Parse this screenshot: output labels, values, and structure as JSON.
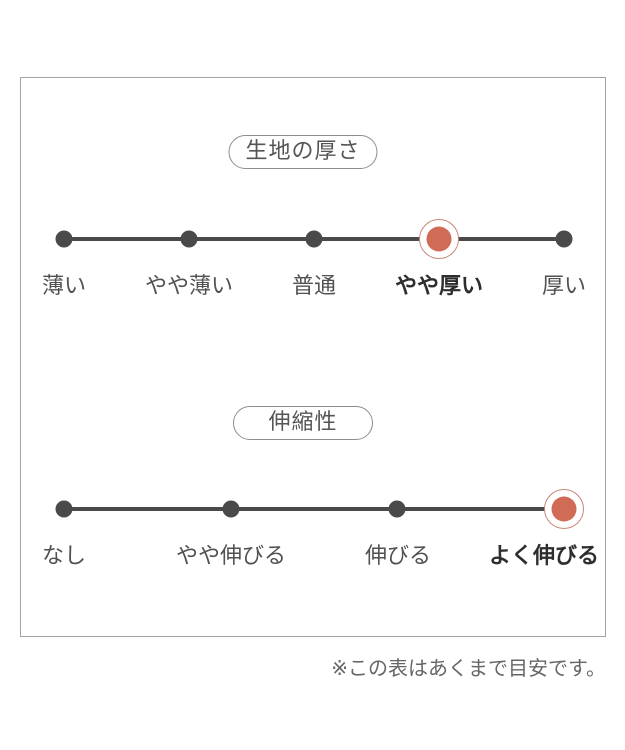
{
  "panel": {
    "border_color": "#a2a2a2",
    "background": "#ffffff"
  },
  "colors": {
    "accent": "#d06b56",
    "accent_ring": "#c6887a",
    "dot": "#4a4a4a",
    "line": "#4a4a4a",
    "label": "#515151",
    "label_selected": "#2e2e2e",
    "title": "#555555",
    "note": "#666666"
  },
  "scales": [
    {
      "title": "生地の厚さ",
      "selected_index": 3,
      "options": [
        {
          "label": "薄い",
          "selected": false
        },
        {
          "label": "やや薄い",
          "selected": false
        },
        {
          "label": "普通",
          "selected": false
        },
        {
          "label": "やや厚い",
          "selected": true
        },
        {
          "label": "厚い",
          "selected": false
        }
      ]
    },
    {
      "title": "伸縮性",
      "selected_index": 3,
      "options": [
        {
          "label": "なし",
          "selected": false
        },
        {
          "label": "やや伸びる",
          "selected": false
        },
        {
          "label": "伸びる",
          "selected": false
        },
        {
          "label": "よく伸びる",
          "selected": true
        }
      ]
    }
  ],
  "note": {
    "text": "※この表はあくまで目安です。"
  }
}
